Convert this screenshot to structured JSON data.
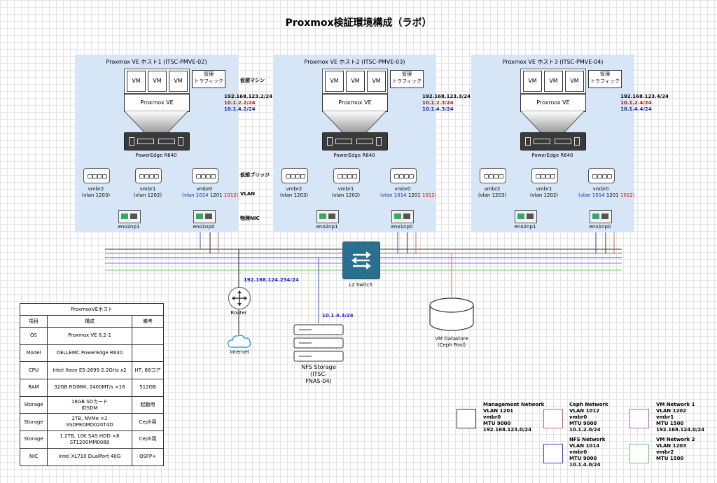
{
  "title": "Proxmox検証環境構成（ラボ）",
  "hosts": [
    {
      "name": "Proxmox VE ホスト1 (ITSC-PMVE-02)",
      "vm": "VM",
      "mgmt": "管理\nトラフィック",
      "pve": "Proxmox VE",
      "server": "PowerEdge R640",
      "ip_mgmt": "192.168.123.2/24",
      "ip_ceph": "10.1.2.2/24",
      "ip_nfs": "10.1.4.2/24",
      "bridges": [
        {
          "name": "vmbr2",
          "vlan": "(vlan 1203)"
        },
        {
          "name": "vmbr1",
          "vlan": "(vlan 1202)"
        },
        {
          "name": "vmbr0",
          "vlan_a": "(vlan ",
          "vlan_b": "1014",
          "vlan_c": " 1201 ",
          "vlan_d": "1012)"
        }
      ],
      "nics": [
        "eno2np1",
        "eno1np0"
      ]
    },
    {
      "name": "Proxmox VE ホスト2 (ITSC-PMVE-03)",
      "vm": "VM",
      "mgmt": "管理\nトラフィック",
      "pve": "Proxmox VE",
      "server": "PowerEdge R640",
      "ip_mgmt": "192.168.123.3/24",
      "ip_ceph": "10.1.2.3/24",
      "ip_nfs": "10.1.4.3/24",
      "bridges": [
        {
          "name": "vmbr2",
          "vlan": "(vlan 1203)"
        },
        {
          "name": "vmbr1",
          "vlan": "(vlan 1202)"
        },
        {
          "name": "vmbr0",
          "vlan_a": "(vlan ",
          "vlan_b": "1014",
          "vlan_c": " 1201 ",
          "vlan_d": "1012)"
        }
      ],
      "nics": [
        "eno2np1",
        "eno1np0"
      ]
    },
    {
      "name": "Proxmox VE ホスト3 (ITSC-PMVE-04)",
      "vm": "VM",
      "mgmt": "管理\nトラフィック",
      "pve": "Proxmox VE",
      "server": "PowerEdge R640",
      "ip_mgmt": "192.168.123.4/24",
      "ip_ceph": "10.1.2.4/24",
      "ip_nfs": "10.1.4.4/24",
      "bridges": [
        {
          "name": "vmbr2",
          "vlan": "(vlan 1203)"
        },
        {
          "name": "vmbr1",
          "vlan": "(vlan 1202)"
        },
        {
          "name": "vmbr0",
          "vlan_a": "(vlan ",
          "vlan_b": "1014",
          "vlan_c": " 1201 ",
          "vlan_d": "1012)"
        }
      ],
      "nics": [
        "eno2np1",
        "eno1np0"
      ]
    }
  ],
  "side_labels": {
    "vm": "仮想マシン",
    "bridge": "仮想ブリッジ",
    "vlan": "VLAN",
    "nic": "物理NIC"
  },
  "switch": {
    "label": "L2 Switch"
  },
  "router": {
    "label": "Router",
    "ip": "192.168.124.254/24"
  },
  "internet": {
    "label": "Internet"
  },
  "nfs": {
    "label_1": "NFS Storage",
    "label_2": "(ITSC-",
    "label_3": "FNAS-04)",
    "ip": "10.1.4.3/24"
  },
  "datastore": {
    "label_1": "VM Datastore",
    "label_2": "(Ceph Pool)"
  },
  "table": {
    "title": "ProxmoxVEホスト",
    "headers": [
      "項目",
      "構成",
      "備考"
    ],
    "rows": [
      {
        "item": "OS",
        "config": "Proxmox VE 8.2-1",
        "note": ""
      },
      {
        "item": "Model",
        "config": "DELLEMC PowerEdge R630",
        "note": ""
      },
      {
        "item": "CPU",
        "config": "Intel Xeon E5-2699 2.2GHz x2",
        "note": "HT, 88コア"
      },
      {
        "item": "RAM",
        "config": "32GB RDIMM, 2400MT/s ×16",
        "note": "512GB"
      },
      {
        "item": "Storage",
        "config": "16GB SDカード\nIDSDM",
        "note": "起動用"
      },
      {
        "item": "Storage",
        "config": "2TB, NVMe ×2\nSSDPEDMD020T4D",
        "note": "Ceph用"
      },
      {
        "item": "Storage",
        "config": "1.2TB, 10K SAS HDD ×8\nST1200MM0088",
        "note": "Ceph用"
      },
      {
        "item": "NIC",
        "config": "Intel XL710 DualPort 40G",
        "note": "QSFP+"
      }
    ]
  },
  "legend": [
    {
      "color": "#333333",
      "lines": [
        "Management Network",
        "VLAN 1201",
        "vmbr0",
        "MTU 9000",
        "192.168.123.0/24"
      ]
    },
    {
      "color": "#e06060",
      "lines": [
        "Ceph Network",
        "VLAN 1012",
        "vmbr0",
        "MTU 9000",
        "10.1.2.0/24"
      ]
    },
    {
      "color": "#b060e0",
      "lines": [
        "VM Network 1",
        "VLAN 1202",
        "vmbr1",
        "MTU 1500",
        "192.168.124.0/24"
      ]
    },
    {
      "color": "#4040e0",
      "lines": [
        "NFS Network",
        "VLAN 1014",
        "vmbr0",
        "MTU 9000",
        "10.1.4.0/24"
      ]
    },
    {
      "color": "#60d060",
      "lines": [
        "VM Network 2",
        "VLAN 1203",
        "vmbr2",
        "MTU 1500"
      ]
    }
  ]
}
